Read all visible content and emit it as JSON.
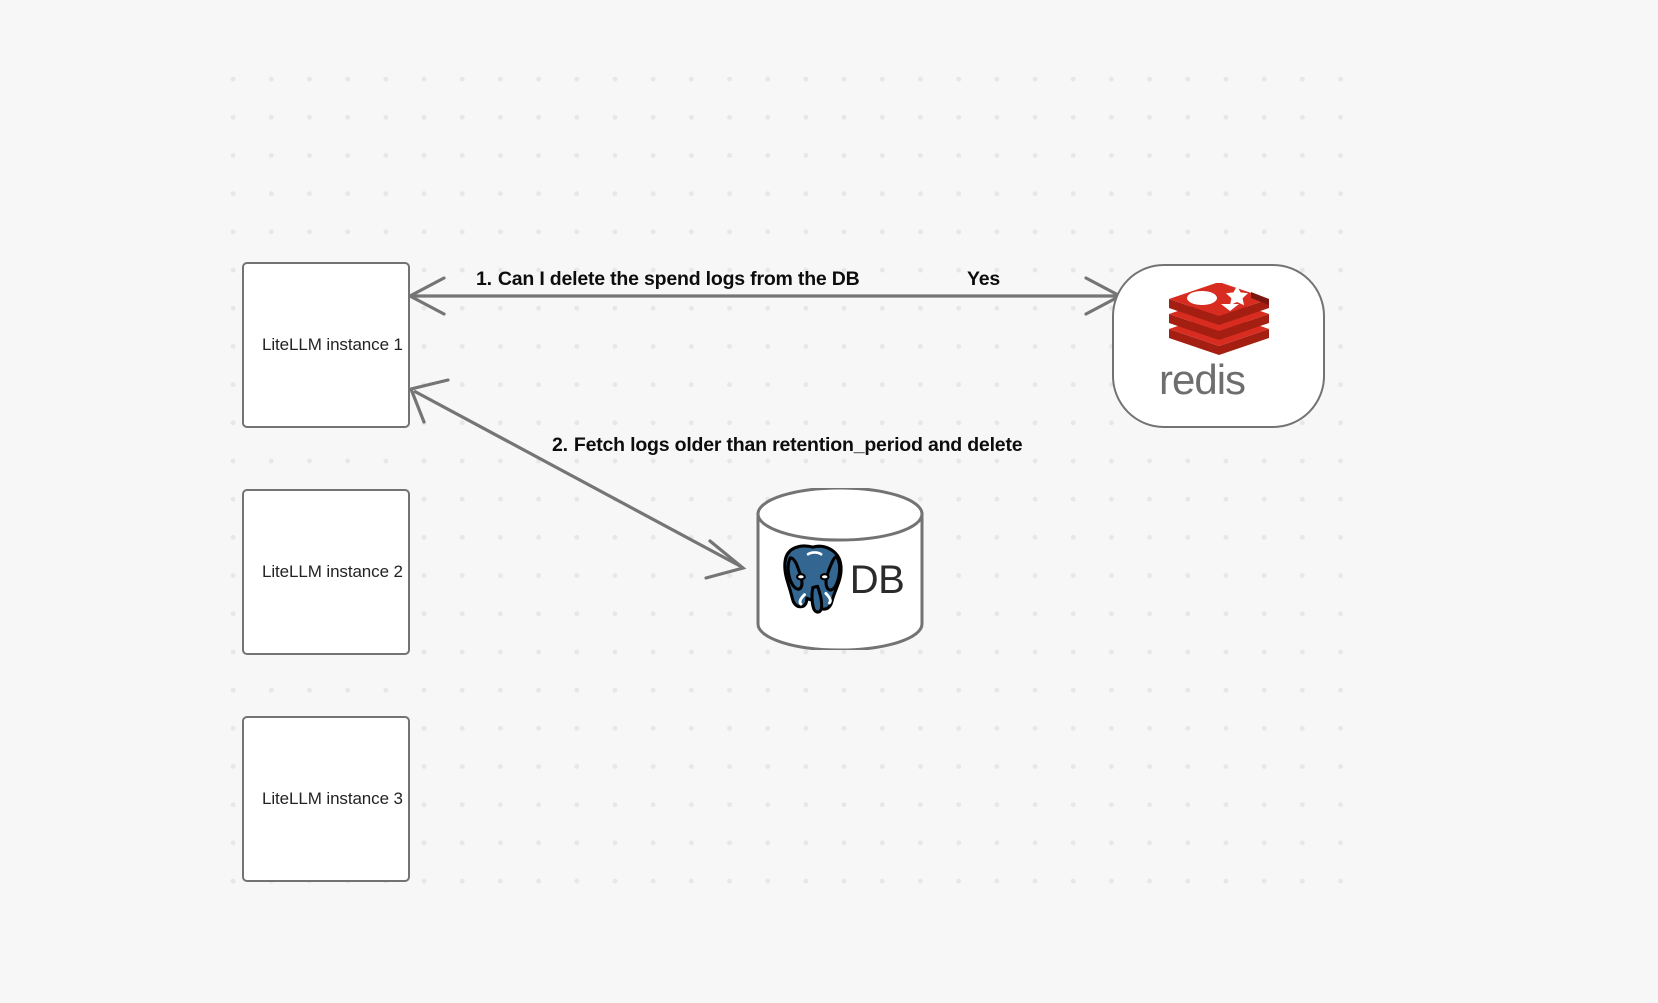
{
  "canvas": {
    "background_color": "#f7f7f7",
    "grid_dot_color": "#e7e7e7",
    "stroke_color": "#737373"
  },
  "nodes": {
    "instances": [
      {
        "id": "litellm-instance-1",
        "label": "LiteLLM instance 1"
      },
      {
        "id": "litellm-instance-2",
        "label": "LiteLLM instance 2"
      },
      {
        "id": "litellm-instance-3",
        "label": "LiteLLM instance 3"
      }
    ],
    "redis": {
      "id": "redis-node",
      "wordmark": "redis",
      "logo_name": "redis-logo",
      "logo_color": "#d82c20",
      "logo_color_dark": "#a41e11",
      "wordmark_color": "#6e6e6e"
    },
    "database": {
      "id": "postgres-db-node",
      "label": "DB",
      "logo_name": "postgresql-elephant-logo",
      "logo_color": "#336791"
    }
  },
  "edges": [
    {
      "id": "edge-litellm1-redis",
      "from": "litellm-instance-1",
      "to": "redis-node",
      "direction": "bidirectional",
      "labels": [
        {
          "number": "1.",
          "text": "Can I delete the spend logs from the DB"
        },
        {
          "number": "",
          "text": "Yes"
        }
      ]
    },
    {
      "id": "edge-litellm1-db",
      "from": "litellm-instance-1",
      "to": "postgres-db-node",
      "direction": "bidirectional",
      "labels": [
        {
          "number": "2.",
          "text": "Fetch logs older than retention_period and delete"
        }
      ]
    }
  ],
  "labels": {
    "step_1_number": "1.",
    "step_1_text": "Can I delete the spend logs from the DB",
    "yes_text": "Yes",
    "step_2_number": "2.",
    "step_2_text": "Fetch logs older than retention_period and delete"
  }
}
